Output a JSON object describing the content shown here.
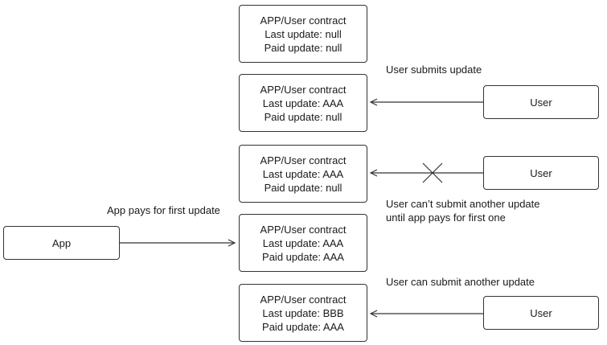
{
  "contracts": [
    {
      "title": "APP/User contract",
      "last": "Last update: null",
      "paid": "Paid update: null"
    },
    {
      "title": "APP/User contract",
      "last": "Last update: AAA",
      "paid": "Paid update: null"
    },
    {
      "title": "APP/User contract",
      "last": "Last update: AAA",
      "paid": "Paid update: null"
    },
    {
      "title": "APP/User contract",
      "last": "Last update: AAA",
      "paid": "Paid update: AAA"
    },
    {
      "title": "APP/User contract",
      "last": "Last update: BBB",
      "paid": "Paid update: AAA"
    }
  ],
  "actors": {
    "user": "User",
    "app": "App"
  },
  "labels": {
    "user_submits": "User submits update",
    "cannot_submit_1": "User can’t submit another update",
    "cannot_submit_2": "until app pays for first one",
    "app_pays": "App pays for first update",
    "can_submit": "User can submit another update"
  }
}
